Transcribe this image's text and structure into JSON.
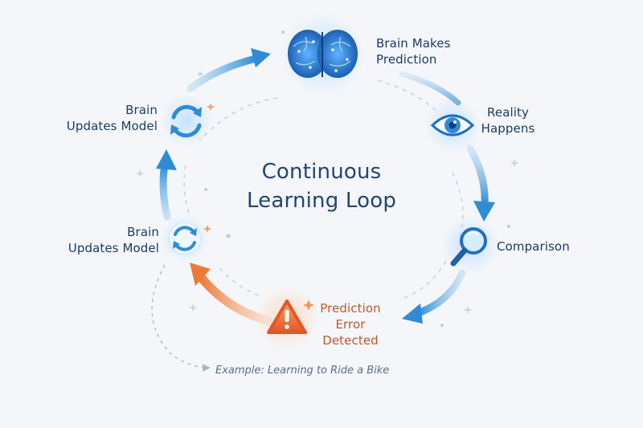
{
  "diagram": {
    "title": [
      "Continuous",
      "Learning Loop"
    ],
    "nodes": {
      "prediction": {
        "label": [
          "Brain Makes",
          "Prediction"
        ],
        "icon": "brain-icon"
      },
      "reality": {
        "label": [
          "Reality",
          "Happens"
        ],
        "icon": "eye-icon"
      },
      "comparison": {
        "label": [
          "Comparison"
        ],
        "icon": "magnifier-icon"
      },
      "error": {
        "label": [
          "Prediction",
          "Error",
          "Detected"
        ],
        "icon": "warning-icon"
      },
      "update_lower": {
        "label": [
          "Brain",
          "Updates Model"
        ],
        "icon": "refresh-icon"
      },
      "update_upper": {
        "label": [
          "Brain",
          "Updates Model"
        ],
        "icon": "refresh-icon"
      }
    },
    "example": "Example: Learning to Ride a Bike"
  },
  "colors": {
    "primary_blue": "#2f8bd6",
    "dark_text": "#1d3b64",
    "error_orange": "#e66a2c",
    "error_text": "#c2552a",
    "background": "#f4f6f9"
  }
}
